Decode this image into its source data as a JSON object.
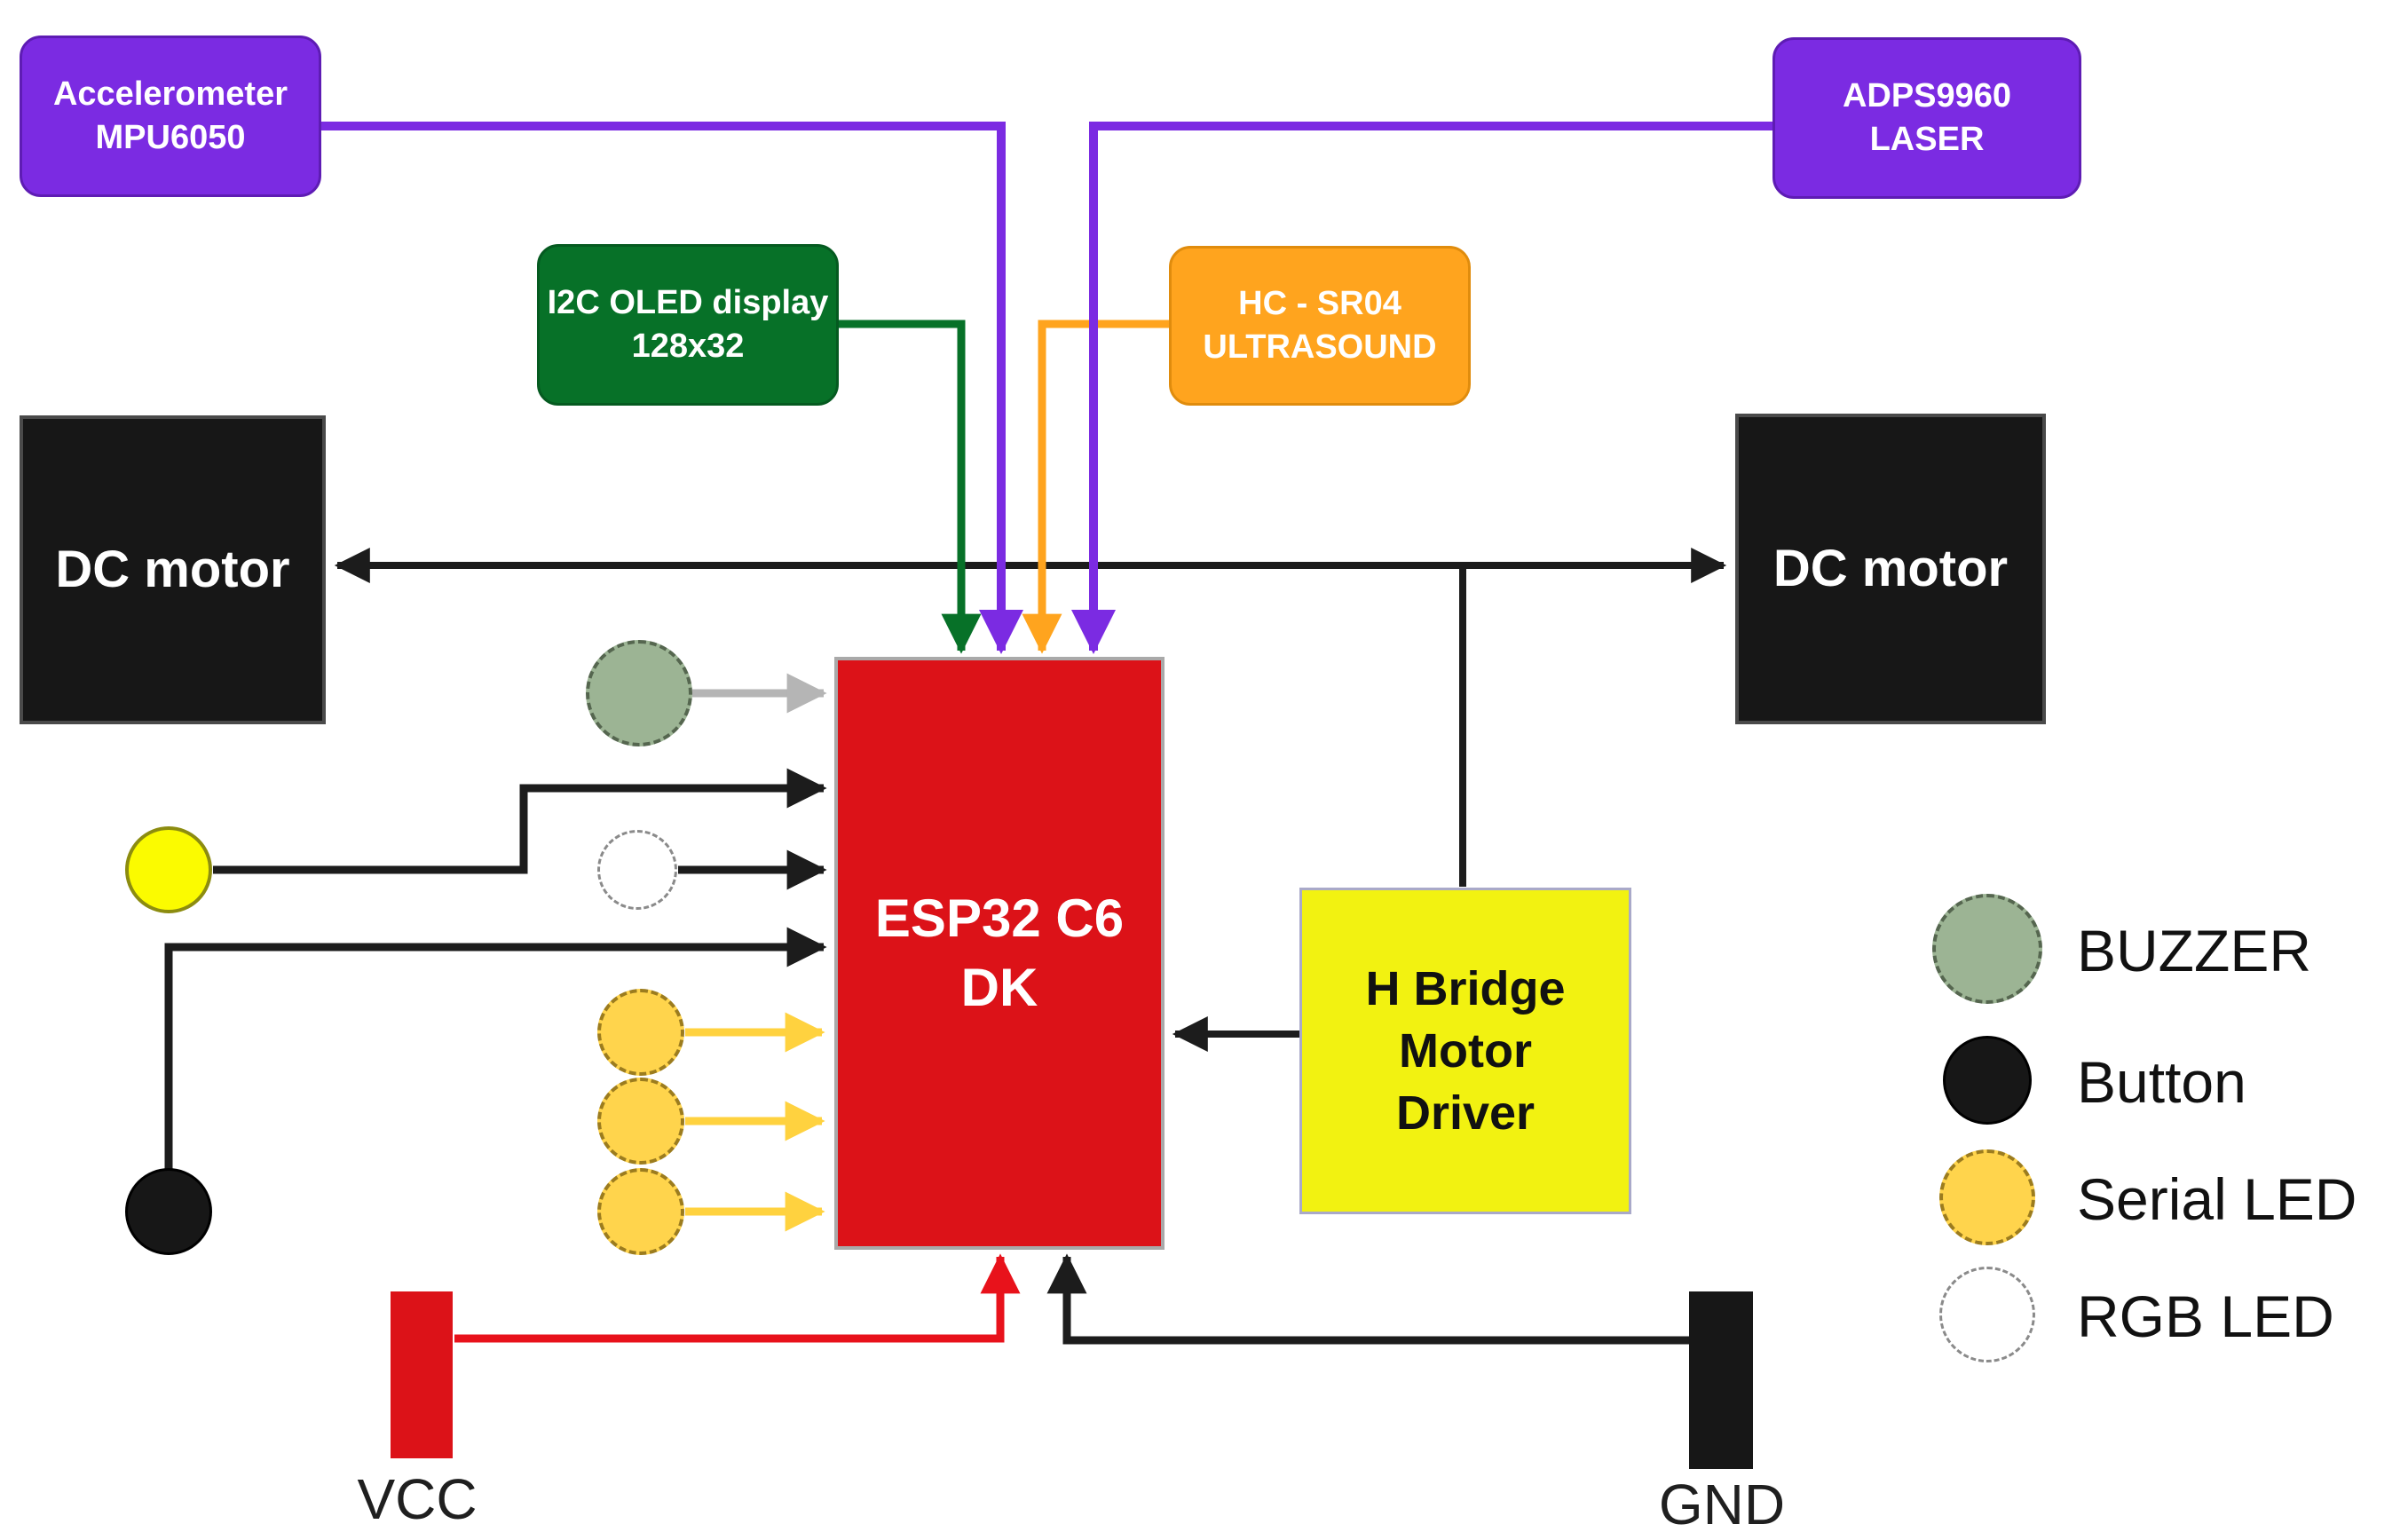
{
  "diagram": {
    "nodes": {
      "accelerometer": {
        "line1": "Accelerometer",
        "line2": "MPU6050",
        "color": "#7B2BE2"
      },
      "laser": {
        "line1": "ADPS9960",
        "line2": "LASER",
        "color": "#7B2BE2"
      },
      "oled": {
        "line1": "I2C OLED display",
        "line2": "128x32",
        "color": "#077128"
      },
      "ultrasound": {
        "line1": "HC - SR04",
        "line2": "ULTRASOUND",
        "color": "#FFA41E"
      },
      "dc_motor_left": {
        "label": "DC motor",
        "color": "#171717"
      },
      "dc_motor_right": {
        "label": "DC motor",
        "color": "#171717"
      },
      "esp32": {
        "label": "ESP32 C6 DK",
        "color": "#DC1218"
      },
      "h_bridge": {
        "line1": "H Bridge",
        "line2": "Motor",
        "line3": "Driver",
        "color": "#F2F211"
      },
      "vcc": {
        "label": "VCC",
        "color": "#DC1218"
      },
      "gnd": {
        "label": "GND",
        "color": "#171717"
      }
    },
    "legend": [
      {
        "label": "BUZZER",
        "color": "#9CB494"
      },
      {
        "label": "Button",
        "color": "#171717"
      },
      {
        "label": "Serial LED",
        "color": "#FFD44C"
      },
      {
        "label": "RGB LED",
        "color": "#FFFFFF"
      }
    ],
    "wire_colors": {
      "purple": "#7B2BE2",
      "green": "#077128",
      "orange": "#FFA41E",
      "black": "#1c1c1c",
      "gray": "#B5B5B5",
      "gold": "#FFD23F",
      "red": "#E8121B"
    },
    "connections": [
      {
        "from": "Accelerometer MPU6050",
        "to": "ESP32 C6 DK",
        "color": "#7B2BE2"
      },
      {
        "from": "ADPS9960 LASER",
        "to": "ESP32 C6 DK",
        "color": "#7B2BE2"
      },
      {
        "from": "I2C OLED display 128x32",
        "to": "ESP32 C6 DK",
        "color": "#077128"
      },
      {
        "from": "HC - SR04 ULTRASOUND",
        "to": "ESP32 C6 DK",
        "color": "#FFA41E"
      },
      {
        "from": "H Bridge Motor Driver",
        "to": "DC motor left",
        "color": "#1c1c1c"
      },
      {
        "from": "H Bridge Motor Driver",
        "to": "DC motor right",
        "color": "#1c1c1c"
      },
      {
        "from": "H Bridge Motor Driver",
        "to": "ESP32 C6 DK",
        "color": "#1c1c1c"
      },
      {
        "from": "BUZZER",
        "to": "ESP32 C6 DK",
        "color": "#B5B5B5"
      },
      {
        "from": "Yellow button",
        "to": "ESP32 C6 DK",
        "color": "#1c1c1c"
      },
      {
        "from": "RGB LED",
        "to": "ESP32 C6 DK",
        "color": "#1c1c1c"
      },
      {
        "from": "Button",
        "to": "ESP32 C6 DK",
        "color": "#1c1c1c"
      },
      {
        "from": "Serial LED 1",
        "to": "ESP32 C6 DK",
        "color": "#FFD23F"
      },
      {
        "from": "Serial LED 2",
        "to": "ESP32 C6 DK",
        "color": "#FFD23F"
      },
      {
        "from": "Serial LED 3",
        "to": "ESP32 C6 DK",
        "color": "#FFD23F"
      },
      {
        "from": "VCC",
        "to": "ESP32 C6 DK",
        "color": "#E8121B"
      },
      {
        "from": "GND",
        "to": "ESP32 C6 DK",
        "color": "#1c1c1c"
      }
    ]
  }
}
